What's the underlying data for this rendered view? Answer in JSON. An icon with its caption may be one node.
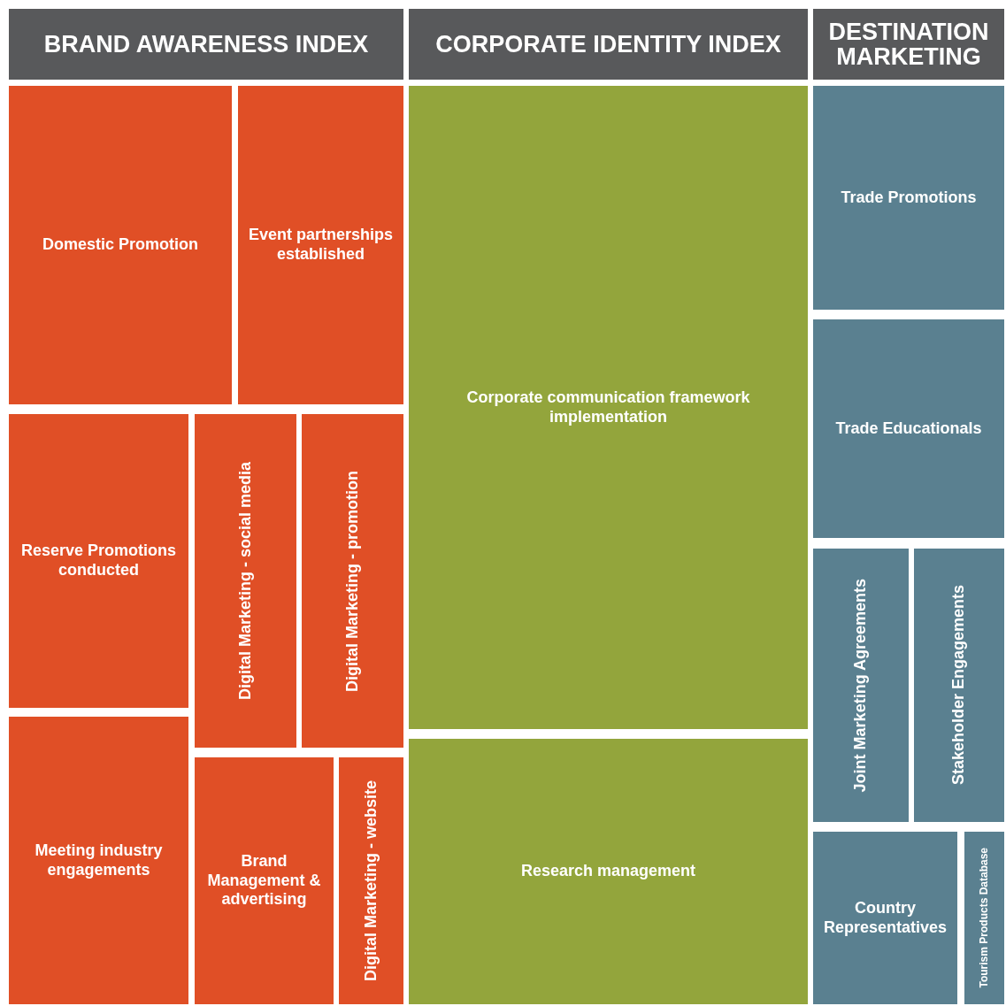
{
  "diagram": {
    "nodes": [
      {
        "text": [
          "BRAND AWARENESS INDEX"
        ]
      },
      {
        "text": [
          "CORPORATE IDENTITY INDEX"
        ]
      },
      {
        "text": [
          "DESTINATION MARKETING"
        ]
      },
      {
        "text": [
          "Domestic Promotion"
        ]
      },
      {
        "text": [
          "Event partnerships established"
        ]
      },
      {
        "text": [
          "Reserve Promotions conducted"
        ]
      },
      {
        "text": [
          "Digital Marketing - social media"
        ]
      },
      {
        "text": [
          "Digital Marketing - promotion"
        ]
      },
      {
        "text": [
          "Meeting industry engagements"
        ]
      },
      {
        "text": [
          "Brand Management & advertising"
        ]
      },
      {
        "text": [
          "Digital Marketing - website"
        ]
      },
      {
        "text": [
          "Corporate communication framework implementation"
        ]
      },
      {
        "text": [
          "Research management"
        ]
      },
      {
        "text": [
          "Trade Promotions"
        ]
      },
      {
        "text": [
          "Trade Educationals"
        ]
      },
      {
        "text": [
          "Joint Marketing Agreements"
        ]
      },
      {
        "text": [
          "Stakeholder Engagements"
        ]
      },
      {
        "text": [
          "Country Representatives"
        ]
      },
      {
        "text": [
          "Tourism Products Database"
        ]
      }
    ]
  }
}
